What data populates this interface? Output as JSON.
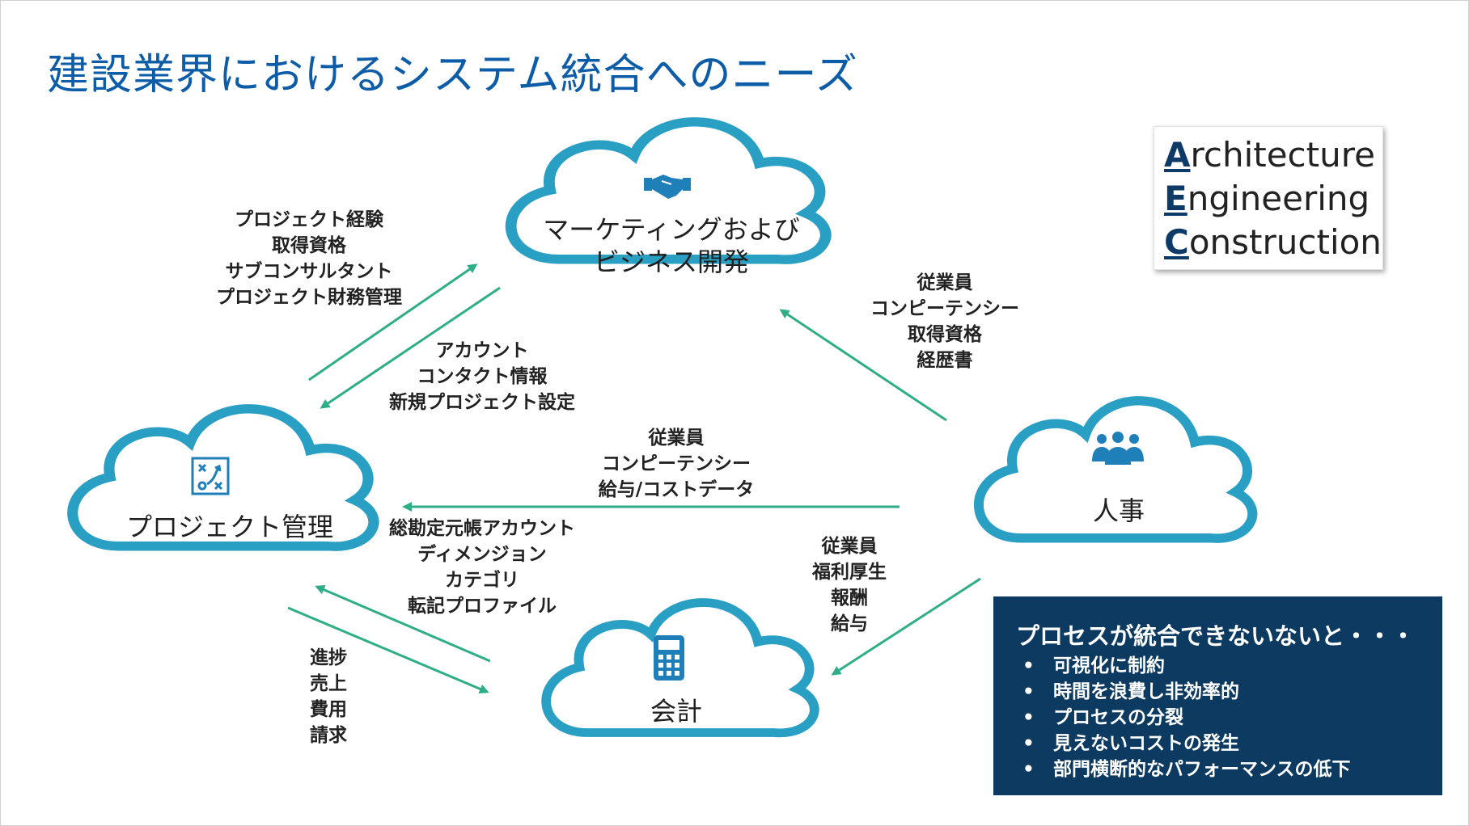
{
  "title": "建設業界におけるシステム統合へのニーズ",
  "aec": [
    {
      "cap": "A",
      "rest": "rchitecture"
    },
    {
      "cap": "E",
      "rest": "ngineering"
    },
    {
      "cap": "C",
      "rest": "onstruction"
    }
  ],
  "clouds": {
    "marketing": {
      "line1": "マーケティングおよび",
      "line2": "ビジネス開発",
      "icon": "handshake-icon"
    },
    "project": {
      "label": "プロジェクト管理",
      "icon": "strategy-board-icon"
    },
    "hr": {
      "label": "人事",
      "icon": "people-group-icon"
    },
    "accounting": {
      "label": "会計",
      "icon": "calculator-icon"
    }
  },
  "flows": {
    "pm_to_marketing": [
      "プロジェクト経験",
      "取得資格",
      "サブコンサルタント",
      "プロジェクト財務管理"
    ],
    "marketing_to_pm": [
      "アカウント",
      "コンタクト情報",
      "新規プロジェクト設定"
    ],
    "hr_to_marketing": [
      "従業員",
      "コンピーテンシー",
      "取得資格",
      "経歴書"
    ],
    "hr_to_pm": [
      "従業員",
      "コンピーテンシー",
      "給与/コストデータ"
    ],
    "accounting_to_pm": [
      "総勘定元帳アカウント",
      "ディメンジョン",
      "カテゴリ",
      "転記プロファイル"
    ],
    "pm_to_accounting": [
      "進捗",
      "売上",
      "費用",
      "請求"
    ],
    "hr_to_accounting": [
      "従業員",
      "福利厚生",
      "報酬",
      "給与"
    ]
  },
  "info": {
    "title": "プロセスが統合できないないと・・・",
    "items": [
      "可視化に制約",
      "時間を浪費し非効率的",
      "プロセスの分裂",
      "見えないコストの発生",
      "部門横断的なパフォーマンスの低下"
    ]
  },
  "colors": {
    "title": "#0c5ca8",
    "cloud_stroke": "#2a9fc4",
    "arrow": "#2eae86",
    "icon": "#1f7fb8",
    "info_bg": "#0d3a61"
  }
}
